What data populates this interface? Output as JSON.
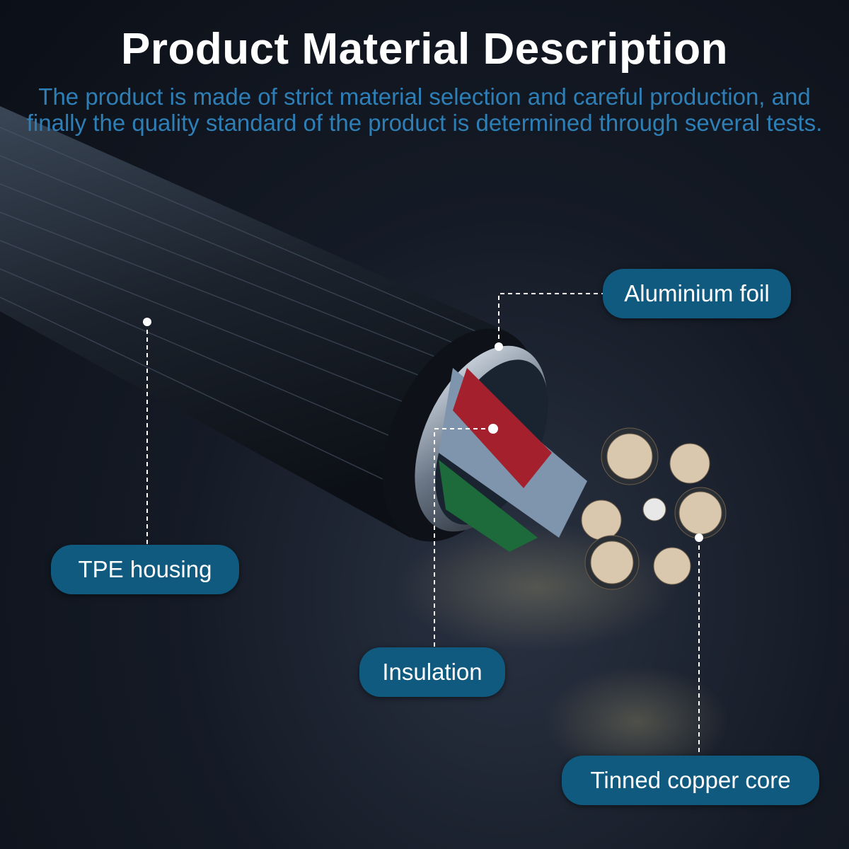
{
  "header": {
    "title": "Product Material Description",
    "subtitle": "The product is made of strict material selection and careful production, and finally the quality standard of the product is determined through several tests."
  },
  "labels": {
    "aluminium_foil": "Aluminium foil",
    "tpe_housing": "TPE housing",
    "insulation": "Insulation",
    "tinned_copper_core": "Tinned copper core"
  },
  "colors": {
    "label_bg": "#0f5a7e",
    "subtitle": "#2e7fb6",
    "insulation_red": "#a3202c"
  }
}
